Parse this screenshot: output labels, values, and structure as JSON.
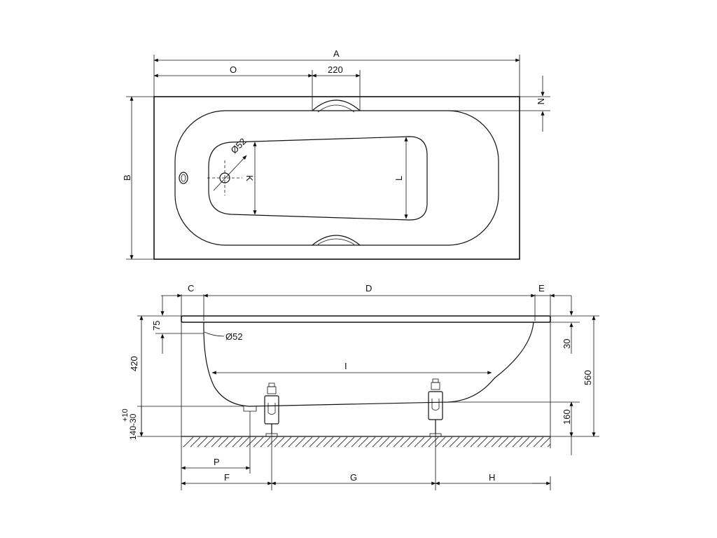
{
  "colors": {
    "line": "#111111",
    "background": "#ffffff",
    "hatch": "#333333"
  },
  "top_view": {
    "label_A": "A",
    "label_O": "O",
    "label_220": "220",
    "label_N": "N",
    "label_B": "B",
    "label_K": "K",
    "label_L": "L",
    "label_drain": "Ø52"
  },
  "side_view": {
    "label_C": "C",
    "label_D": "D",
    "label_E": "E",
    "label_75": "75",
    "label_420": "420",
    "label_tol": "+10",
    "label_140": "140-30",
    "label_drain": "Ø52",
    "label_I": "I",
    "label_30": "30",
    "label_560": "560",
    "label_160": "160",
    "label_P": "P",
    "label_F": "F",
    "label_G": "G",
    "label_H": "H"
  }
}
